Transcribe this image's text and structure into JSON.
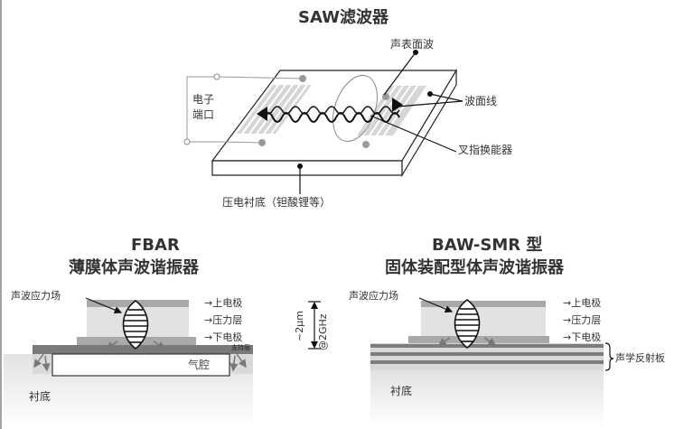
{
  "saw": {
    "title": "SAW滤波器",
    "surface_wave": "声表面波",
    "wave_line": "波面线",
    "idt": "叉指换能器",
    "port_line1": "电子",
    "port_line2": "端口",
    "substrate": "压电衬底（钽酸锂等）"
  },
  "fbar": {
    "title_line1": "FBAR",
    "title_line2": "薄膜体声波谐振器",
    "stress_field": "声波应力场",
    "top_electrode": "→上电极",
    "piezo_layer": "→压力层",
    "bottom_electrode": "→下电极",
    "support_layer": "支持层",
    "air_cavity": "气腔",
    "substrate": "衬底"
  },
  "scale": {
    "thickness": "~2μm",
    "frequency": "@2GHz"
  },
  "bawsmr": {
    "title_line1": "BAW-SMR 型",
    "title_line2": "固体装配型体声波谐振器",
    "stress_field": "声波应力场",
    "top_electrode": "→上电极",
    "piezo_layer": "→压力层",
    "bottom_electrode": "→下电极",
    "reflector": "声学反射板",
    "substrate": "衬底"
  },
  "colors": {
    "electrode": "#a9a9a9",
    "piezo": "#dcdcdc",
    "support": "#7a7a7a",
    "substrate": "#e8e8e8",
    "reflector_dark": "#7d7d7d",
    "reflector_light": "#d8d8d8"
  }
}
